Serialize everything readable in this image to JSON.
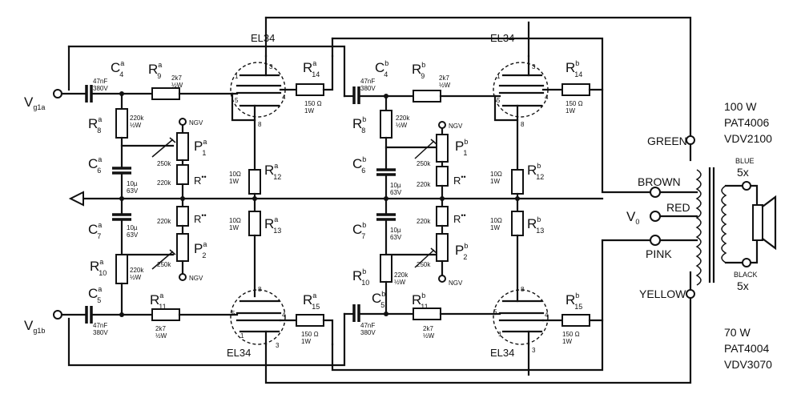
{
  "tube_label": "EL34",
  "inputs": {
    "top": "V",
    "top_sub": "g1a",
    "bottom": "V",
    "bottom_sub": "g1b"
  },
  "output_label": "V",
  "output_sub": "0",
  "half_a": "a",
  "half_b": "b",
  "coupling_cap": {
    "value": "47nF",
    "voltage": "380V"
  },
  "grid_resistor": {
    "value": "2k7",
    "power": "½W"
  },
  "grid_leak": {
    "value": "220k",
    "power": "½W"
  },
  "bias_pot": "250k",
  "bias_fixed": "220k",
  "bias_note": "NGV",
  "decoupling_cap": {
    "value": "10µ",
    "voltage": "63V"
  },
  "screen_resistor": {
    "value": "150 Ω",
    "power": "1W"
  },
  "cathode_resistor": {
    "value": "10Ω",
    "power": "1W"
  },
  "ref_C4": "C",
  "ref_C4_n": "4",
  "ref_C5": "C",
  "ref_C5_n": "5",
  "ref_C6": "C",
  "ref_C6_n": "6",
  "ref_C7": "C",
  "ref_C7_n": "7",
  "ref_R8": "R",
  "ref_R8_n": "8",
  "ref_R9": "R",
  "ref_R9_n": "9",
  "ref_R10": "R",
  "ref_R10_n": "10",
  "ref_R11": "R",
  "ref_R11_n": "11",
  "ref_R12": "R",
  "ref_R12_n": "12",
  "ref_R13": "R",
  "ref_R13_n": "13",
  "ref_R14": "R",
  "ref_R14_n": "14",
  "ref_R15": "R",
  "ref_R15_n": "15",
  "ref_P1": "P",
  "ref_P1_n": "1",
  "ref_P2": "P",
  "ref_P2_n": "2",
  "ref_Rstar": "R",
  "ref_Rstar_sup": "••",
  "pins": {
    "p1": "1",
    "p3": "3",
    "p4": "4",
    "p5": "5",
    "p8": "8"
  },
  "wires": [
    "GREEN",
    "BROWN",
    "RED",
    "PINK",
    "YELLOW",
    "BLUE",
    "BLACK"
  ],
  "secondary": {
    "blue_count": "5x",
    "black_count": "5x"
  },
  "variant_100": {
    "power": "100 W",
    "model": "PAT4006",
    "code": "VDV2100"
  },
  "variant_70": {
    "power": "70 W",
    "model": "PAT4004",
    "code": "VDV3070"
  }
}
